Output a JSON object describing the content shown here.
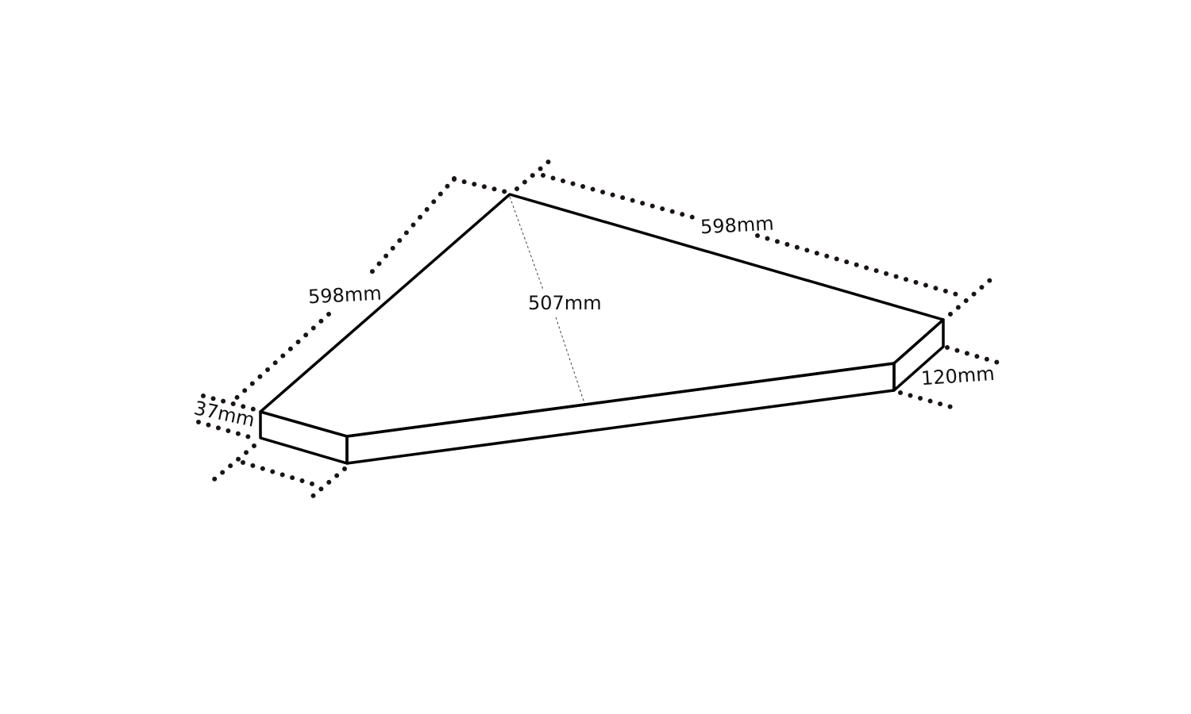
{
  "title": "Corner shelf dimensions",
  "dimensions": {
    "left_edge": "598mm",
    "top_edge": "598mm",
    "depth": "507mm",
    "thickness": "37mm",
    "end_width": "120mm"
  },
  "colors": {
    "line": "#000000",
    "dots": "#1a1414",
    "background": "#ffffff"
  }
}
